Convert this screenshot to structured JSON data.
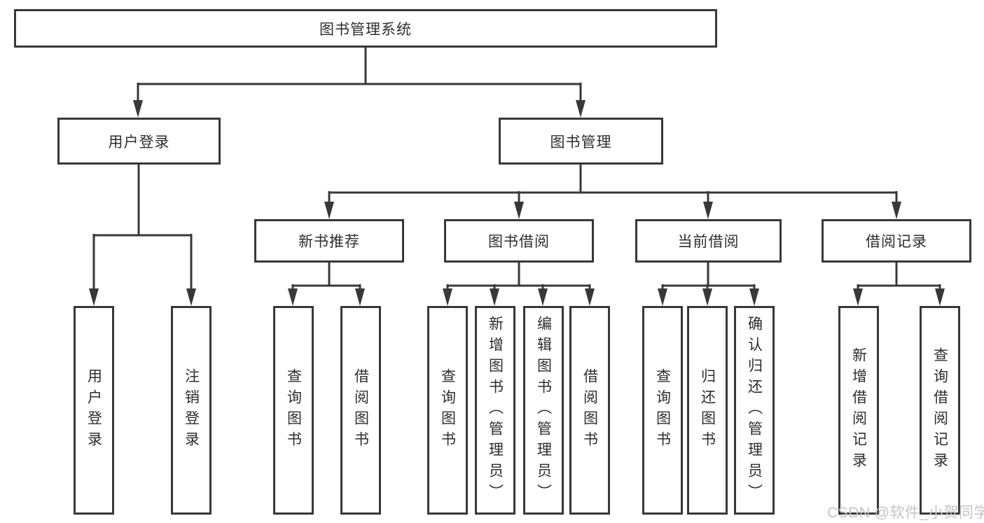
{
  "page": {
    "watermark": "CSDN @软件_小贺同学"
  },
  "colors": {
    "line": "#383838",
    "text": "#2d2d2d",
    "box_background": "#ffffff",
    "watermark": "#c3c3c3"
  },
  "tree": {
    "root": {
      "label": "图书管理系统"
    },
    "branches": [
      {
        "label": "用户登录",
        "children": [
          {
            "label": "用户登录"
          },
          {
            "label": "注销登录"
          }
        ]
      },
      {
        "label": "图书管理",
        "groups": [
          {
            "label": "新书推荐",
            "children": [
              {
                "label": "查询图书"
              },
              {
                "label": "借阅图书"
              }
            ]
          },
          {
            "label": "图书借阅",
            "children": [
              {
                "label": "查询图书"
              },
              {
                "label": "新增图书（管理员）"
              },
              {
                "label": "编辑图书（管理员）"
              },
              {
                "label": "借阅图书"
              }
            ]
          },
          {
            "label": "当前借阅",
            "children": [
              {
                "label": "查询图书"
              },
              {
                "label": "归还图书"
              },
              {
                "label": "确认归还（管理员）"
              }
            ]
          },
          {
            "label": "借阅记录",
            "children": [
              {
                "label": "新增借阅记录"
              },
              {
                "label": "查询借阅记录"
              }
            ]
          }
        ]
      }
    ]
  }
}
